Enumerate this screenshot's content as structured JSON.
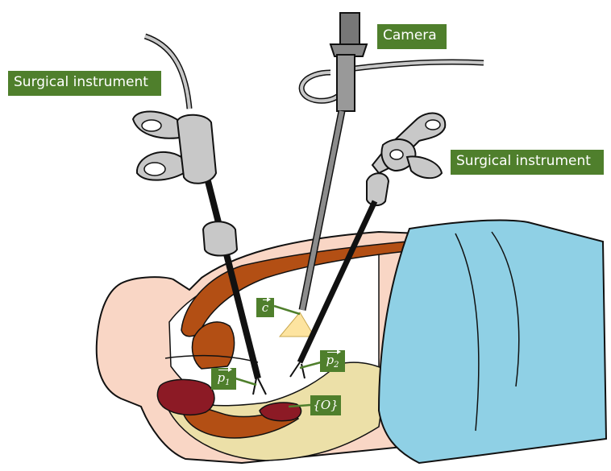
{
  "labels": {
    "surgical_instrument_left": "Surgical instrument",
    "camera": "Camera",
    "surgical_instrument_right": "Surgical instrument"
  },
  "symbols": {
    "c": {
      "letter": "c"
    },
    "p1": {
      "letter": "p",
      "sub": "1"
    },
    "p2": {
      "letter": "p",
      "sub": "2"
    },
    "origin": "{O}"
  },
  "colors": {
    "label_bg": "#4f7f2c",
    "drape": "#8fd0e5",
    "skin": "#f9d6c5",
    "organ": "#b34f14",
    "blood": "#8c1a25",
    "fat": "#ece0a8",
    "instrument": "#c8c8c8",
    "camera_light": "#fde4a0"
  }
}
